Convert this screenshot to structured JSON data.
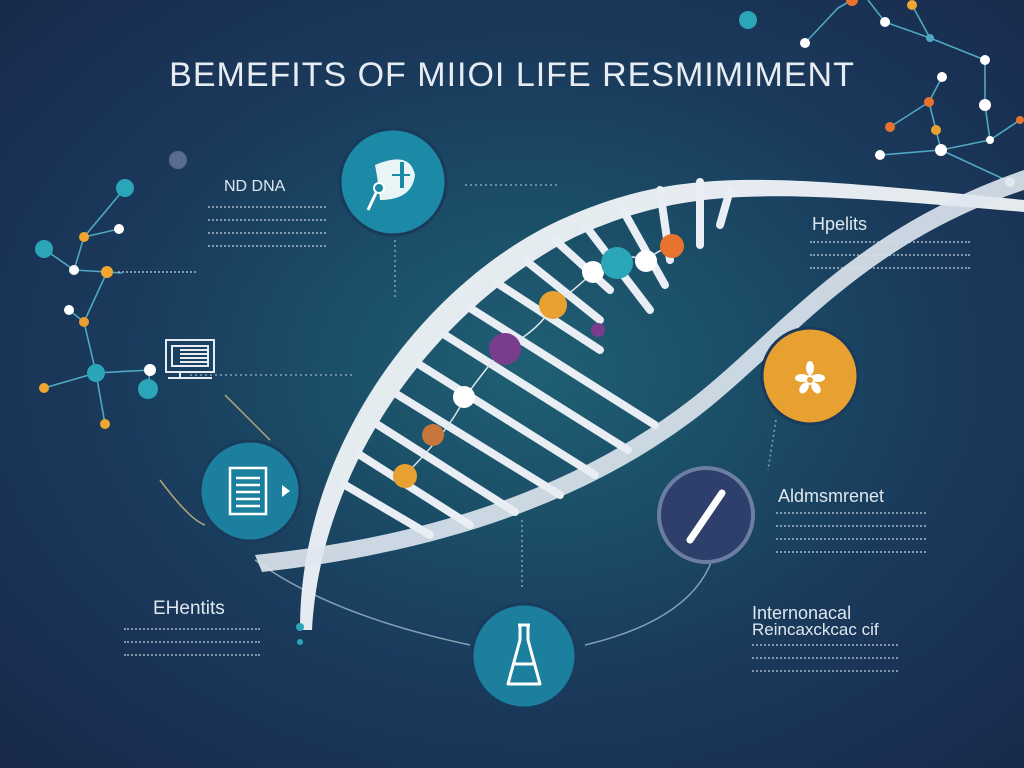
{
  "title": "BEMEFITS OF MIIOI LIFE RESMIMIMENT",
  "blocks": {
    "dna": {
      "label": "ND DNA"
    },
    "health": {
      "label": "Hpelits"
    },
    "environment": {
      "label": "Aldmsmrenet"
    },
    "effects": {
      "label": "EHentits"
    },
    "international": {
      "label_line1": "Internonacal",
      "label_line2": "Reincaxckcac cif"
    }
  },
  "icons": {
    "top": "microscope-icon",
    "computer": "computer-icon",
    "document": "document-icon",
    "flower": "flower-icon",
    "pencil": "pencil-icon",
    "flask": "flask-icon"
  },
  "colors": {
    "teal": "#1f8fa8",
    "orange": "#e8a030",
    "slate": "#2d3f6a",
    "helix": "#eef2f6"
  }
}
